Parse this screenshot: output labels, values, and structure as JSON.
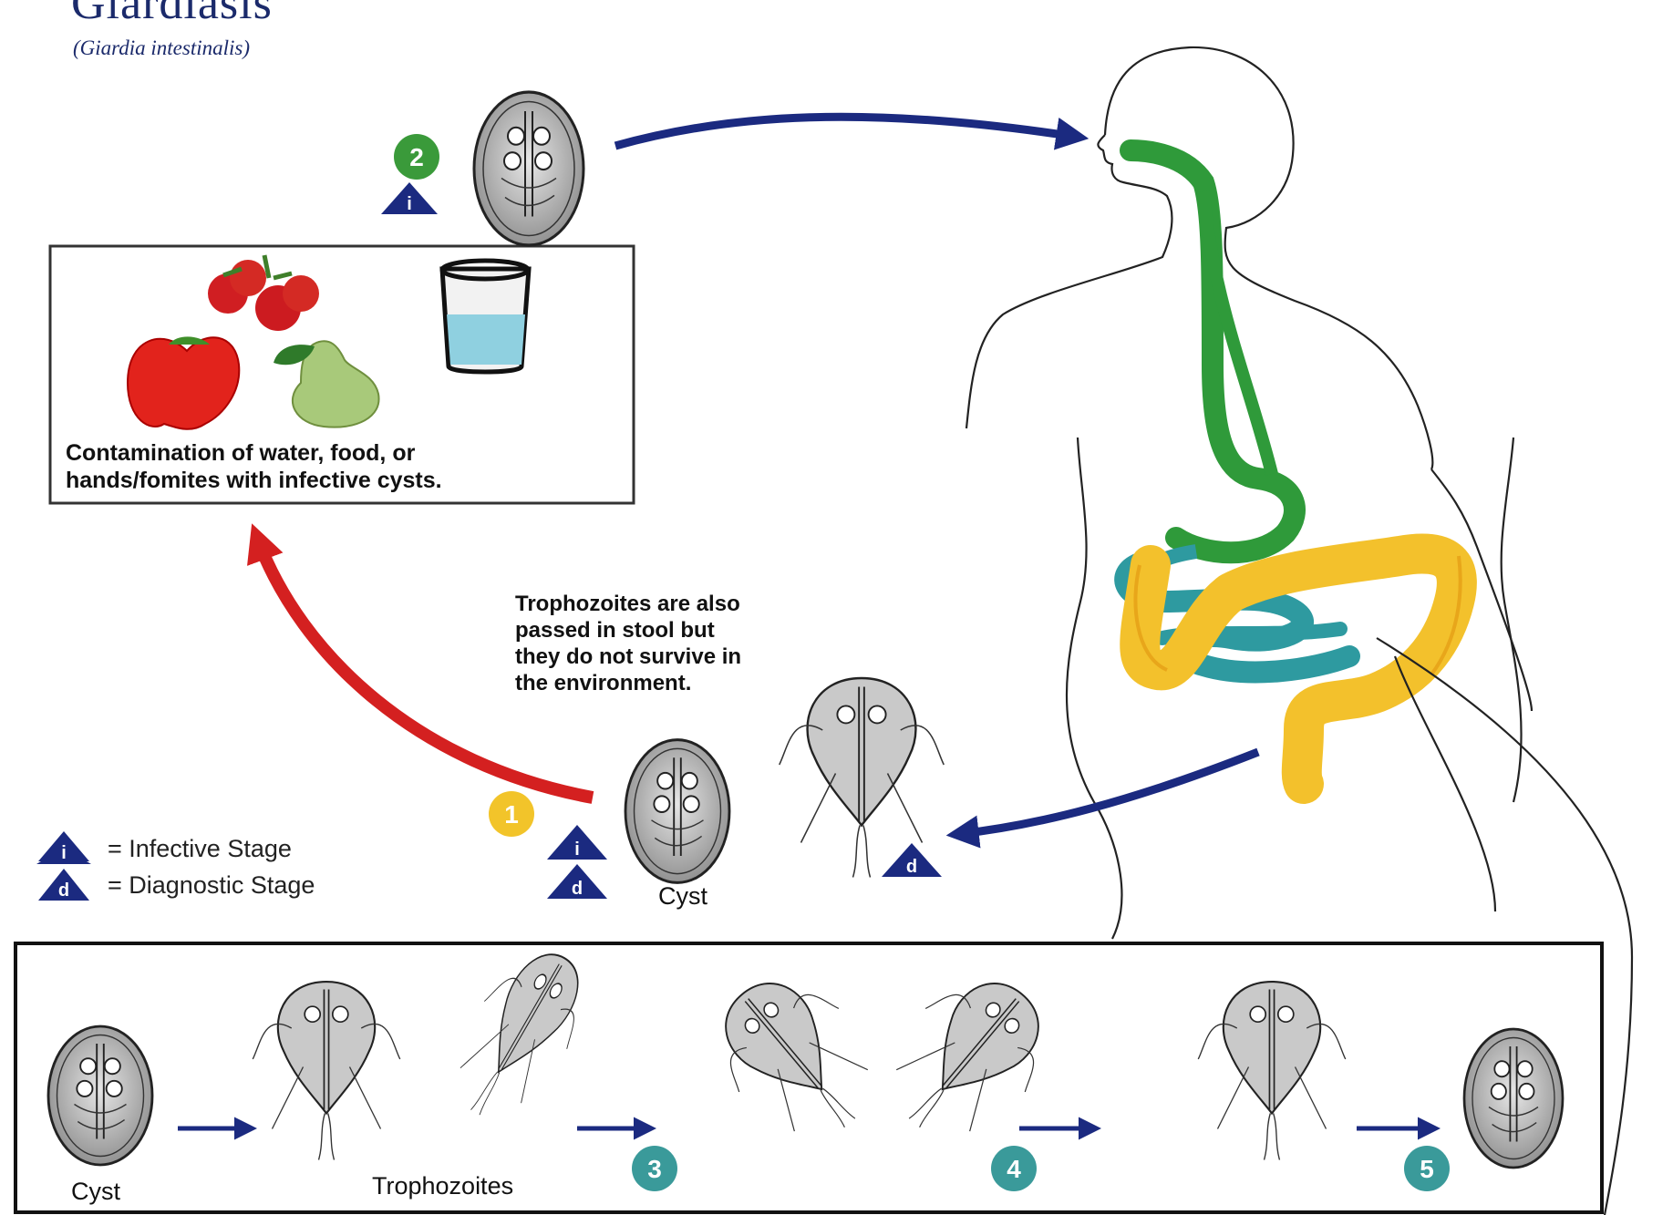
{
  "title": "Giardiasis",
  "subtitle": "(Giardia intestinalis)",
  "contamination_text_line1": "Contamination of water, food, or",
  "contamination_text_line2": "hands/fomites with infective cysts.",
  "trophozoite_note": [
    "Trophozoites are also",
    "passed in stool but",
    "they do not survive in",
    "the environment."
  ],
  "legend": {
    "infective_symbol": "i",
    "infective_text": "= Infective Stage",
    "diagnostic_symbol": "d",
    "diagnostic_text": "= Diagnostic Stage"
  },
  "stage_numbers": [
    "1",
    "2",
    "3",
    "4",
    "5"
  ],
  "labels": {
    "cyst_main": "Cyst",
    "cyst_bottom": "Cyst",
    "trophozoites_bottom": "Trophozoites"
  },
  "colors": {
    "navy": "#1b2a80",
    "red_arrow": "#d42020",
    "stage1": "#f2c42a",
    "stage2": "#3a9a3a",
    "stage_teal": "#3a9a9a",
    "esophagus_green": "#2f9a3a",
    "colon_yellow": "#f3c12c",
    "small_intestine_teal": "#2e9aa0"
  }
}
